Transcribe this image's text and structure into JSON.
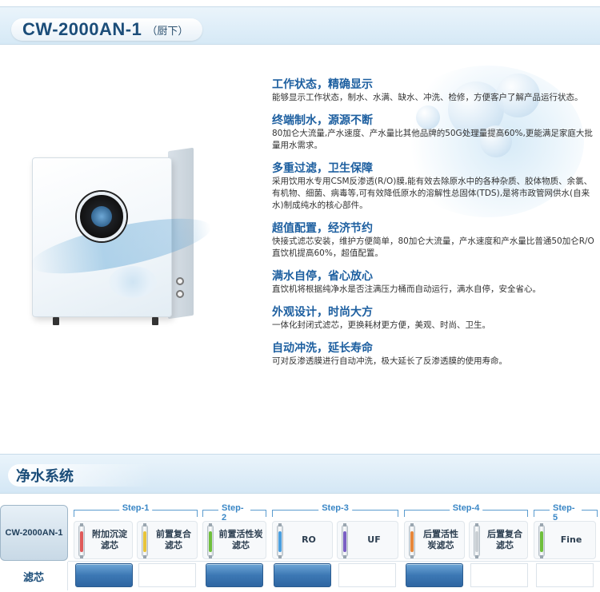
{
  "header": {
    "model": "CW-2000AN-1",
    "variant": "（厨下）"
  },
  "features": [
    {
      "title": "工作状态，精确显示",
      "desc": "能够显示工作状态，制水、水满、缺水、冲洗、检修，方便客户了解产品运行状态。"
    },
    {
      "title": "终端制水，源源不断",
      "desc": "80加仑大流量,产水速度、产水量比其他品牌的50G处理量提高60%,更能满足家庭大批量用水需求。"
    },
    {
      "title": "多重过滤，卫生保障",
      "desc": "采用饮用水专用CSM反渗透(R/O)膜,能有效去除原水中的各种杂质、胶体物质、余氯、有机物、细菌、病毒等,可有效降低原水的溶解性总固体(TDS),是将市政管网供水(自来水)制成纯水的核心部件。"
    },
    {
      "title": "超值配置，经济节约",
      "desc": "快接式滤芯安装，维护方便简单，80加仑大流量，产水速度和产水量比普通50加仑R/O直饮机提高60%，超值配置。"
    },
    {
      "title": "满水自停，省心放心",
      "desc": "直饮机将根据纯净水是否注满压力桶而自动运行，满水自停，安全省心。"
    },
    {
      "title": "外观设计，时尚大方",
      "desc": "一体化封闭式滤芯，更换耗材更方便，美观、时尚、卫生。"
    },
    {
      "title": "自动冲洗，延长寿命",
      "desc": "可对反渗透膜进行自动冲洗，极大延长了反渗透膜的使用寿命。"
    }
  ],
  "system": {
    "title": "净水系统",
    "model_label": "CW-2000AN-1",
    "filter_label": "滤芯",
    "steps": [
      {
        "label": "Step-1"
      },
      {
        "label": "Step-2"
      },
      {
        "label": "Step-3"
      },
      {
        "label": "Step-4"
      },
      {
        "label": "Step-5"
      }
    ],
    "filters": [
      {
        "name": "附加沉淀滤芯",
        "color": "#e05a5a"
      },
      {
        "name": "前置复合滤芯",
        "color": "#e8c43a"
      },
      {
        "name": "前置活性炭滤芯",
        "color": "#6fbf3c"
      },
      {
        "name": "RO",
        "color": "#4a9fe0"
      },
      {
        "name": "UF",
        "color": "#7a5fc4"
      },
      {
        "name": "后置活性炭滤芯",
        "color": "#e8873a"
      },
      {
        "name": "后置复合滤芯",
        "color": "#c9cfd4"
      },
      {
        "name": "Fine",
        "color": "#6fbf3c"
      }
    ]
  }
}
